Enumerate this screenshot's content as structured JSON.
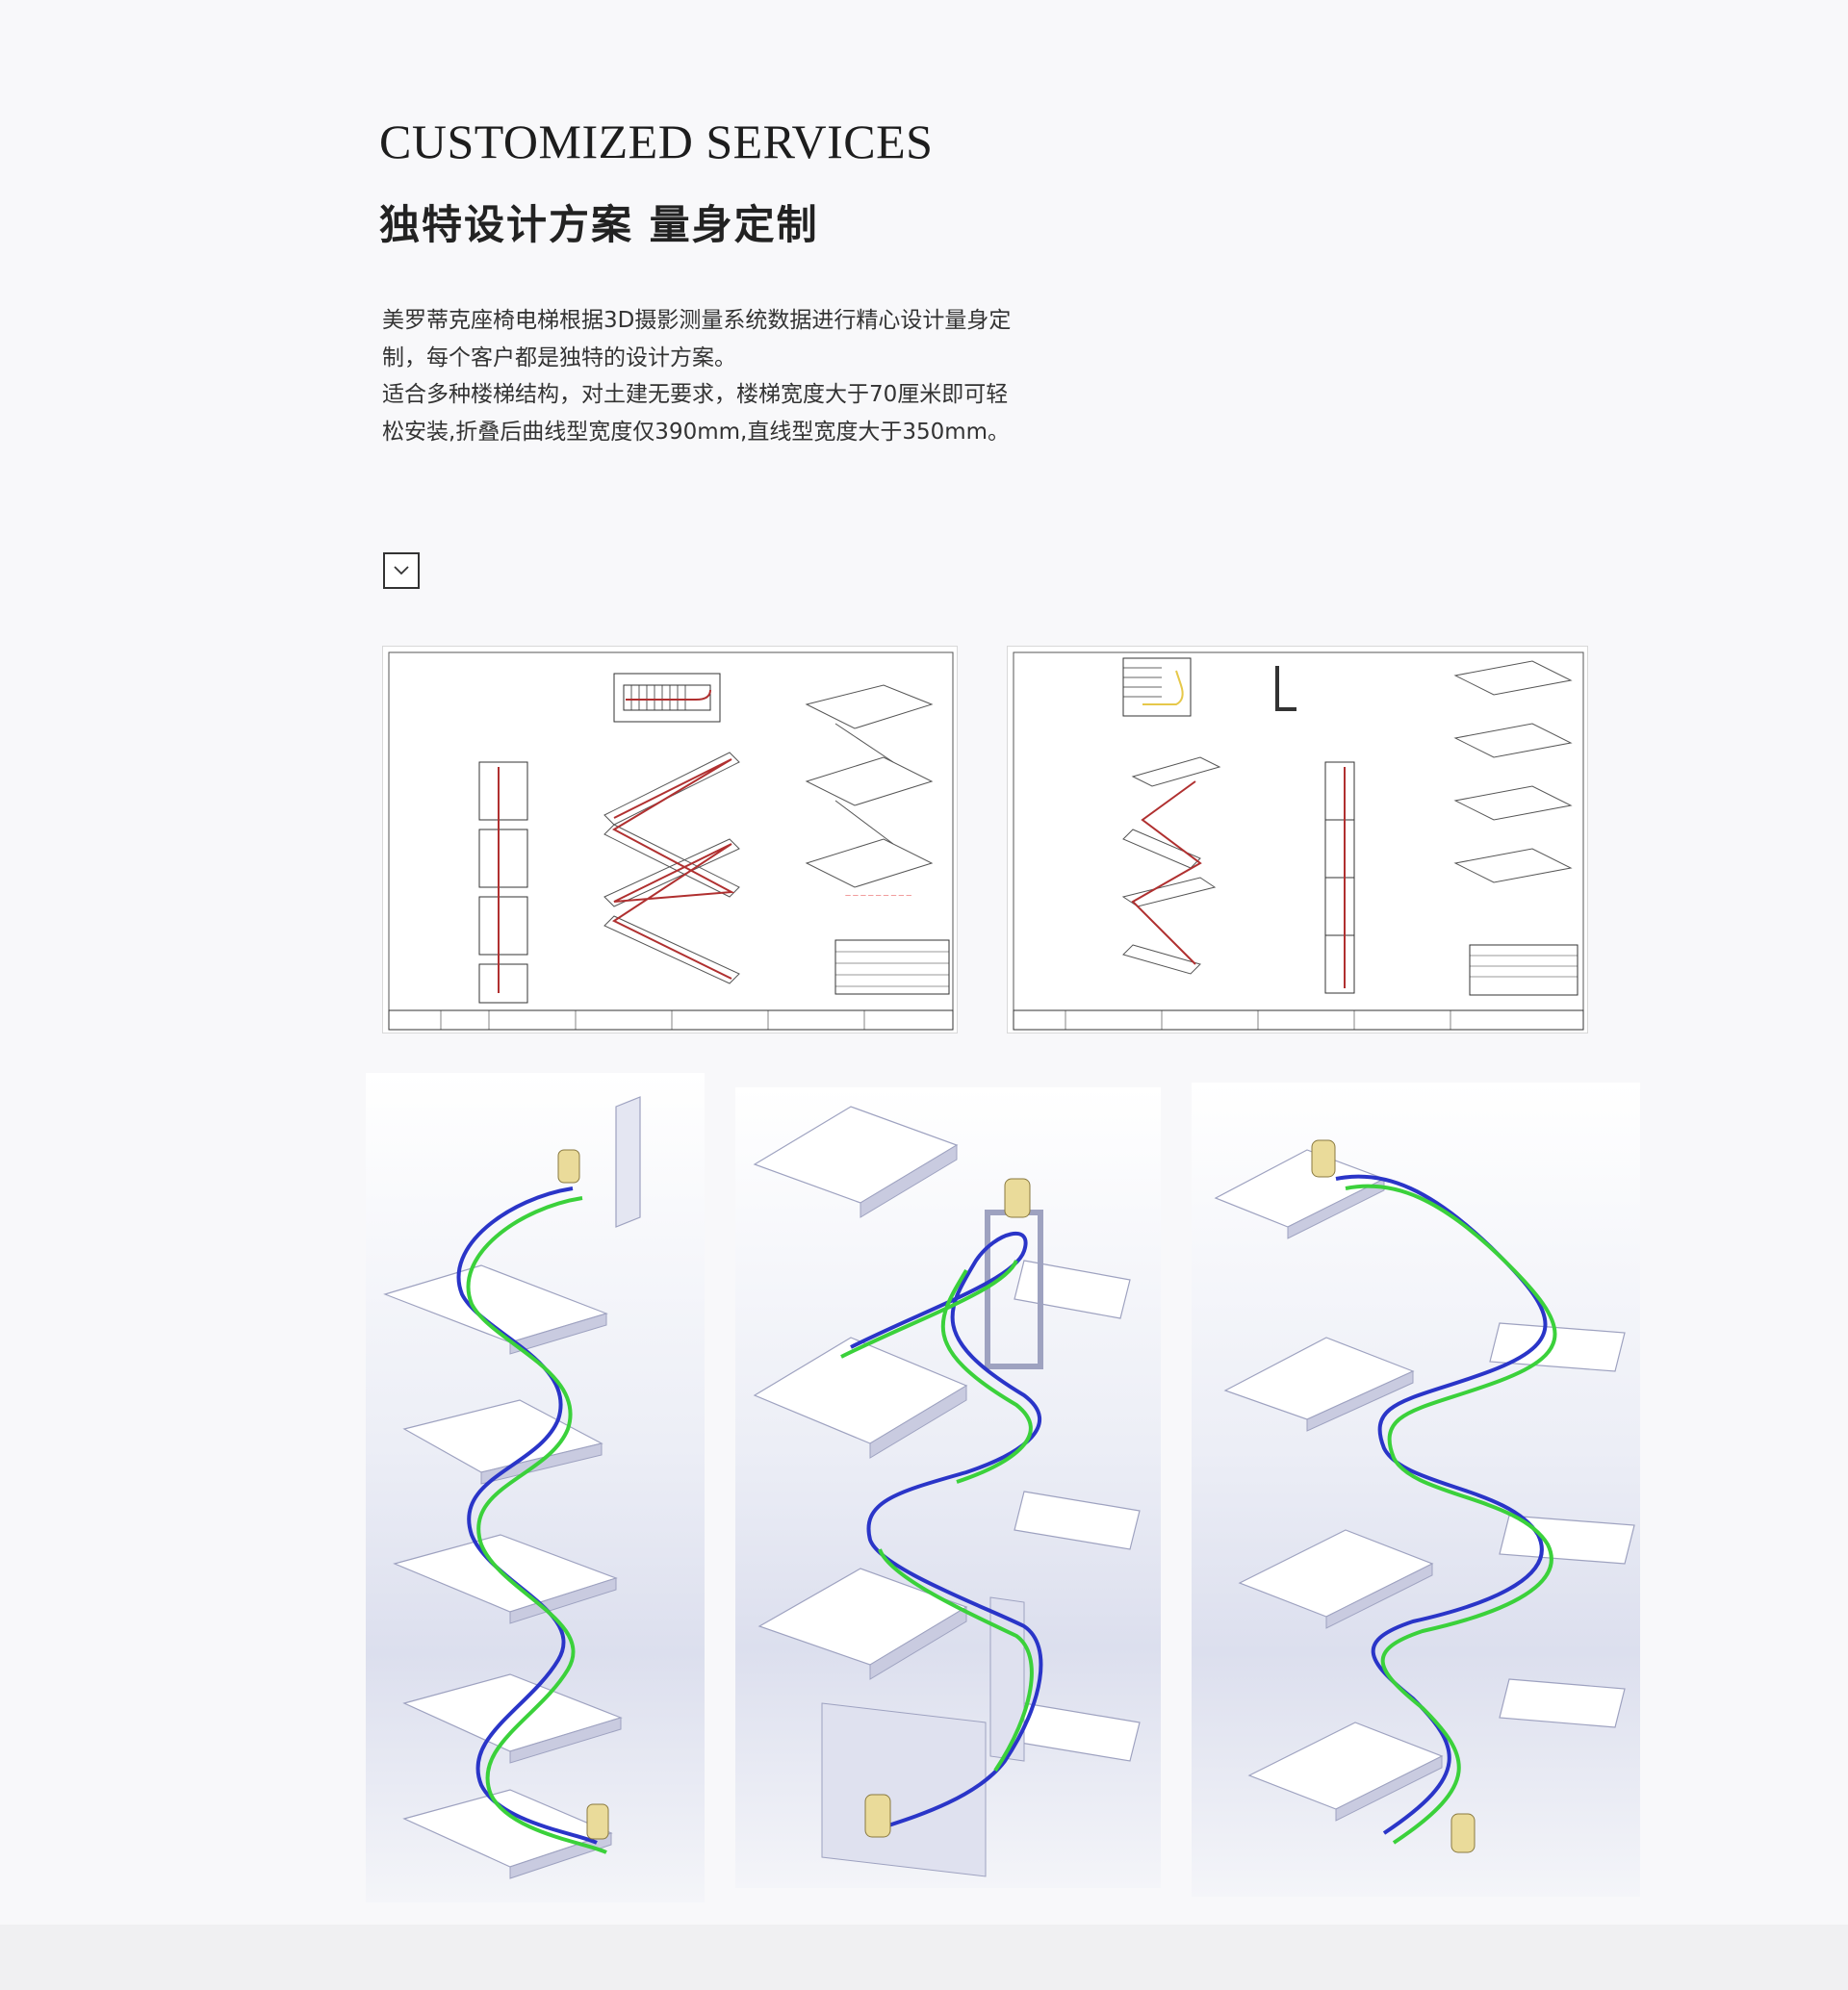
{
  "header": {
    "title_en": "CUSTOMIZED SERVICES",
    "title_cn": "独特设计方案 量身定制"
  },
  "description": {
    "paragraph1": "美罗蒂克座椅电梯根据3D摄影测量系统数据进行精心设计量身定制，每个客户都是独特的设计方案。",
    "paragraph2": "适合多种楼梯结构，对土建无要求，楼梯宽度大于70厘米即可轻松安装,折叠后曲线型宽度仅390mm,直线型宽度大于350mm。"
  },
  "controls": {
    "expand_icon": "chevron-down-icon"
  },
  "colors": {
    "rail_blue": "#2a35c8",
    "rail_green": "#3bd13b",
    "seat_yellow": "#eadb9a",
    "stair_face": "#ffffff",
    "stair_side": "#c9cbe0",
    "drawing_red": "#e02020"
  }
}
